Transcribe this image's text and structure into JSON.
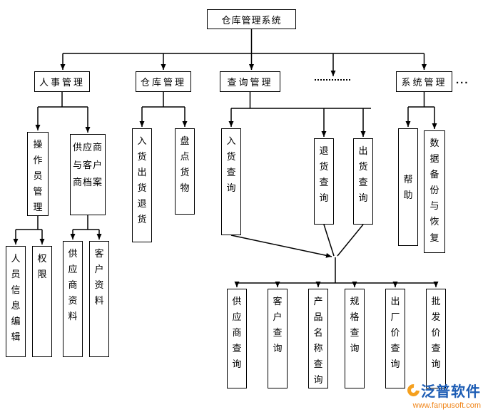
{
  "nodes": {
    "title": "仓库管理系统",
    "renshi": "人事管理",
    "cangku": "仓库管理",
    "chaxun": "查询管理",
    "xitong": "系统管理",
    "ellipsis": "...",
    "caozuoyuan": "操作员管理",
    "dangan": "供应商与客户商档案",
    "ru_chu_tui": "入货出货退货",
    "pandian": "盘点货物",
    "ruhuo_cx": "入货查询",
    "tuihuo_cx": "退货查询",
    "chuhuo_cx": "出货查询",
    "bangzhu": "帮助",
    "beifen": "数据备份与恢复",
    "renyuan": "人员信息编辑",
    "quanxian": "权限",
    "gys_ziliao": "供应商资料",
    "kehu_ziliao": "客户资料",
    "gys_cx": "供应商查询",
    "kehu_cx": "客户查询",
    "chanpin_cx": "产品名称查询",
    "guige_cx": "规格查询",
    "chuchang_cx": "出厂价查询",
    "pifa_cx": "批发价查询"
  },
  "logo": {
    "name": "泛普软件",
    "url": "www.fanpusoft.com"
  },
  "colors": {
    "line": "#000000",
    "box_border": "#000000",
    "logo_blue": "#1c5cb4",
    "logo_orange": "#f08519"
  }
}
